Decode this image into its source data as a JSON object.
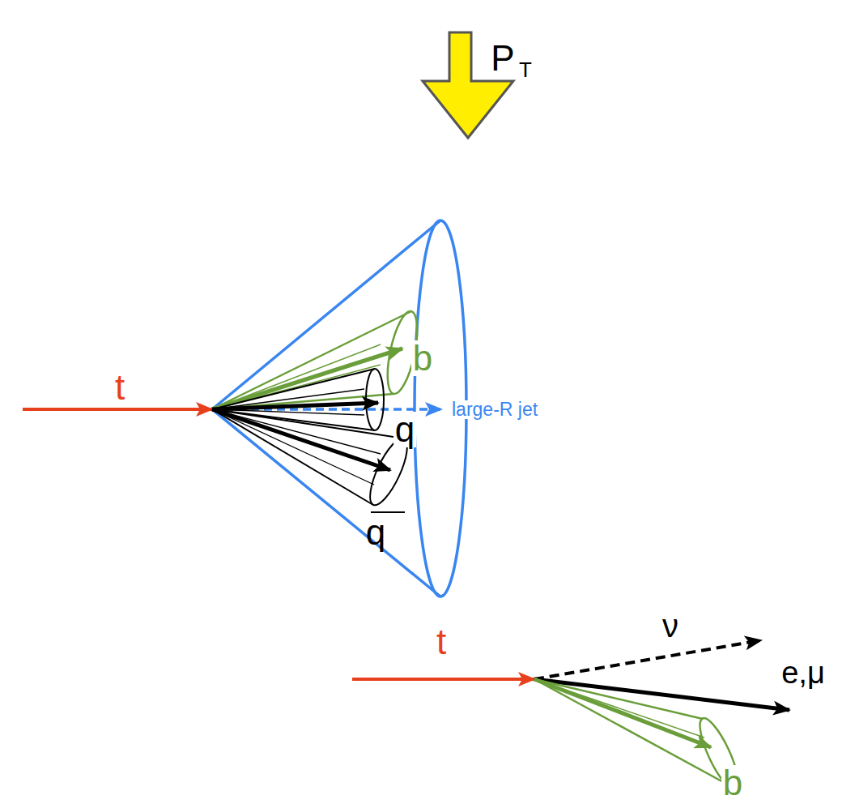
{
  "diagram": {
    "labels": [
      "P",
      "T",
      "t",
      "b",
      "q",
      "q",
      "large-R jet",
      "t",
      "ν",
      "e,μ",
      "b"
    ]
  }
}
